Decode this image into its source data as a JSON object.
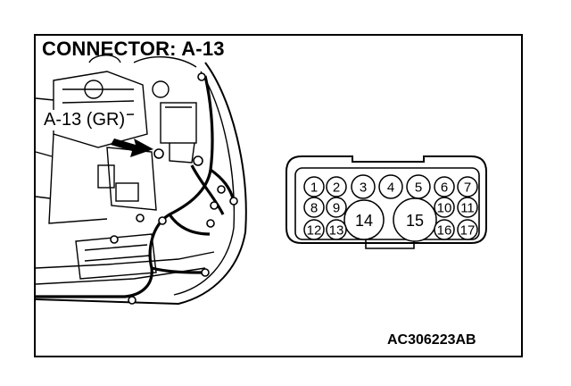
{
  "diagram": {
    "title": "CONNECTOR: A-13",
    "callout_label": "A-13 (GR)",
    "figure_code": "AC306223AB",
    "connector_pins": {
      "row1": [
        "1",
        "2",
        "3",
        "4",
        "5",
        "6",
        "7"
      ],
      "row2": [
        "8",
        "9",
        "14",
        "15",
        "10",
        "11"
      ],
      "row3": [
        "12",
        "13",
        "16",
        "17"
      ]
    }
  }
}
